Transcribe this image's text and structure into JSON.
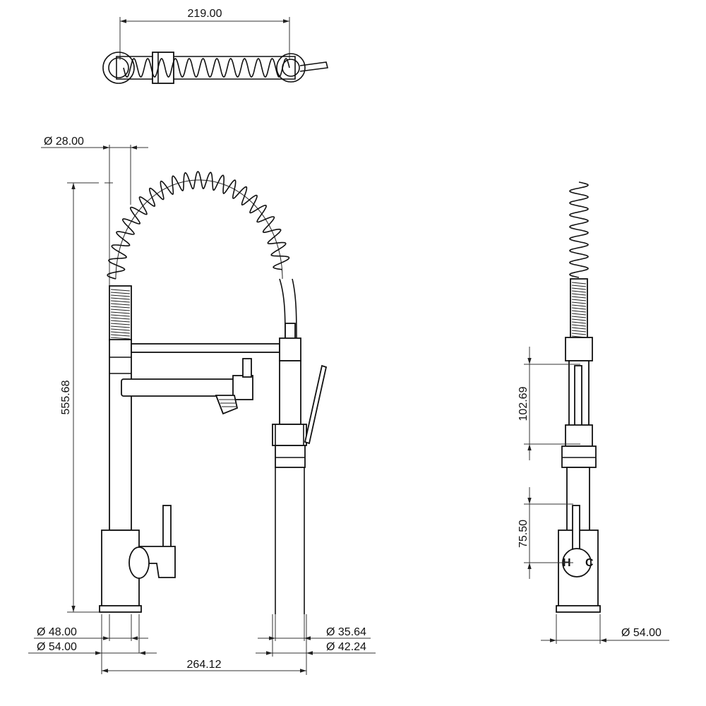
{
  "dimensions": {
    "top_width": "219.00",
    "pipe_dia": "Ø 28.00",
    "height": "555.68",
    "base_inner_dia": "Ø 48.00",
    "base_outer_dia": "Ø 54.00",
    "spout_inner_dia": "Ø 35.64",
    "spout_outer_dia": "Ø 42.24",
    "reach": "264.12",
    "handle_length": "102.69",
    "lever_height": "75.50",
    "side_base_dia": "Ø 54.00"
  },
  "symbols": {
    "hot": "H",
    "cold": "C"
  },
  "colors": {
    "line": "#111111",
    "background": "#ffffff"
  }
}
